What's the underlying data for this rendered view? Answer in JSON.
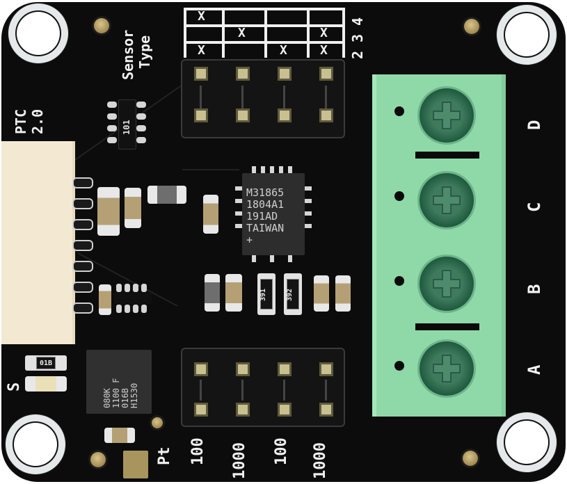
{
  "image": {
    "subject": "PT100/PT1000 RTD temperature sensor breakout board",
    "board_color": "#0c0c0c",
    "silkscreen_color": "#f2f2f2",
    "terminal_block_color": "#8fd9a8"
  },
  "silkscreen": {
    "sensor_type_label_line1": "Sensor",
    "sensor_type_label_line2": "Type",
    "sensor_type_rows": [
      "2",
      "3",
      "4"
    ],
    "sensor_type_grid": {
      "row_4": [
        "X",
        "",
        "",
        ""
      ],
      "row_3": [
        "",
        "X",
        "",
        "X"
      ],
      "row_2": [
        "X",
        "",
        "X",
        "X"
      ]
    },
    "connector_label_line1": "PTC",
    "connector_label_line2": "2.0",
    "pt_label": "Pt",
    "pt_values": [
      "100",
      "1000",
      "100",
      "1000"
    ],
    "terminal_labels": [
      "D",
      "C",
      "B",
      "A"
    ],
    "s_label": "S"
  },
  "components": {
    "main_ic": {
      "lines": [
        "M31865",
        "1804A1",
        "191AD",
        "TAIWAN",
        "+"
      ]
    },
    "secondary_ic": {
      "lines": [
        "080K",
        "1100 F",
        "016B",
        "H1530"
      ]
    },
    "sot_chip_label": "101",
    "resistor_labels": [
      "391",
      "392"
    ],
    "small_resistor_label": "01B"
  }
}
